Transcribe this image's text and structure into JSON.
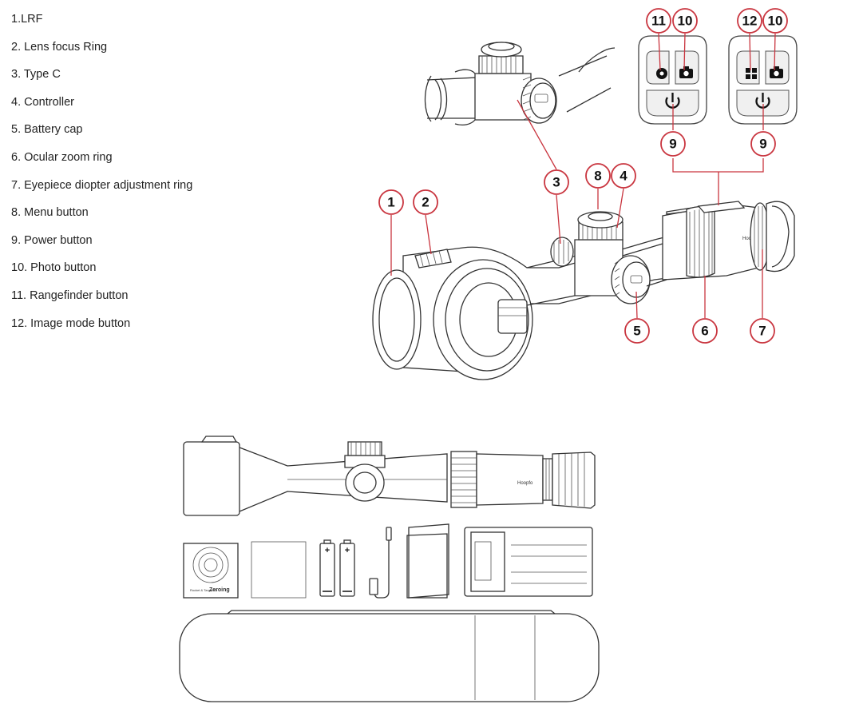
{
  "parts_list": [
    "1.LRF",
    "2. Lens focus Ring",
    "3. Type C",
    "4. Controller",
    "5. Battery cap",
    "6. Ocular zoom ring",
    "7. Eyepiece diopter adjustment ring",
    "8. Menu button",
    "9. Power button",
    "10. Photo button",
    "11. Rangefinder button",
    "12. Image mode button"
  ],
  "callouts": {
    "c1": "1",
    "c2": "2",
    "c3": "3",
    "c4": "4",
    "c5": "5",
    "c6": "6",
    "c7": "7",
    "c8": "8",
    "c9a": "9",
    "c9b": "9",
    "c10a": "10",
    "c10b": "10",
    "c11": "11",
    "c12": "12"
  },
  "accessories": {
    "target_card_text": "Zeroing",
    "target_card_small": "Rocket & Target Kit",
    "brand_mark": "Hoopfo"
  },
  "colors": {
    "callout": "#c9353f",
    "line_art": "#333333"
  }
}
